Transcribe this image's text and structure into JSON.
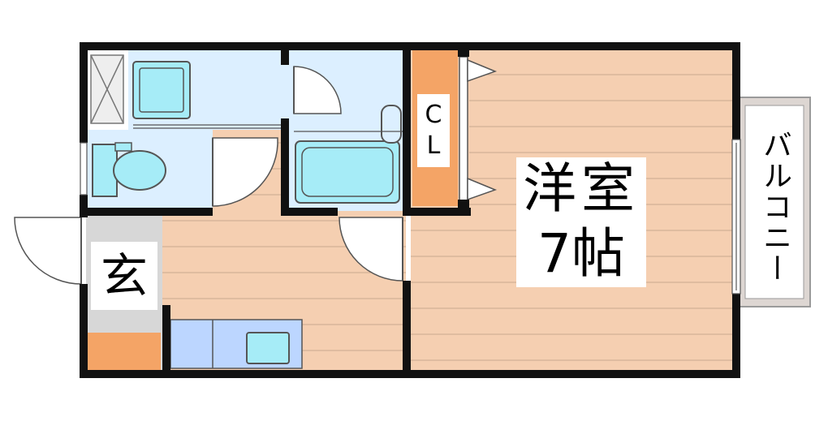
{
  "labels": {
    "western_room": "洋室",
    "room_size": "7帖",
    "closet_c": "C",
    "closet_l": "L",
    "entrance": "玄",
    "balcony": "バルコニー"
  },
  "colors": {
    "wall": "#111111",
    "floor_wood": "#f5cfb1",
    "floor_line": "#c9a98e",
    "wet_area": "#dcefff",
    "fixture_blue": "#a6ecf7",
    "closet": "#f4a466",
    "entrance_floor": "#d7d7d7",
    "balcony": "#ddd6d2",
    "kitchen": "#bcd6ff"
  }
}
